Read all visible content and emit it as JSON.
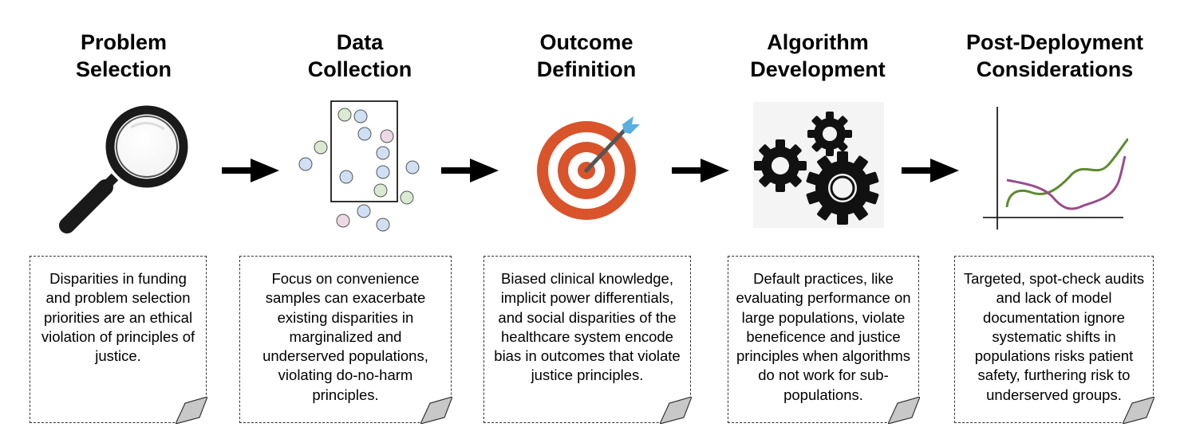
{
  "stages": [
    {
      "title_line1": "Problem",
      "title_line2": "Selection",
      "icon": "magnifying-glass-icon",
      "description": "Disparities in funding and problem selection priorities are an ethical violation of principles of justice."
    },
    {
      "title_line1": "Data",
      "title_line2": "Collection",
      "icon": "scattered-data-points-icon",
      "description": "Focus on convenience samples can exacerbate existing disparities in marginalized and underserved populations, violating do-no-harm principles."
    },
    {
      "title_line1": "Outcome",
      "title_line2": "Definition",
      "icon": "target-icon",
      "description": "Biased clinical knowledge, implicit power differentials, and social disparities of the healthcare system encode bias in outcomes that violate justice principles."
    },
    {
      "title_line1": "Algorithm",
      "title_line2": "Development",
      "icon": "gears-icon",
      "description": "Default practices, like evaluating performance on large populations, violate beneficence and justice principles when algorithms do not work for sub-populations."
    },
    {
      "title_line1": "Post-Deployment",
      "title_line2": "Considerations",
      "icon": "line-chart-icon",
      "description": "Targeted, spot-check audits and lack of model documentation ignore systematic shifts in populations risks patient safety, furthering risk to underserved groups."
    }
  ],
  "colors": {
    "target_red": "#d9532b",
    "dart_blue": "#5aaee0",
    "chart_green": "#5e8a2f",
    "chart_purple": "#9a4d8b",
    "dot_blue": "#cfe0f5",
    "dot_green": "#d9ead0",
    "dot_pink": "#ecd9e3"
  }
}
